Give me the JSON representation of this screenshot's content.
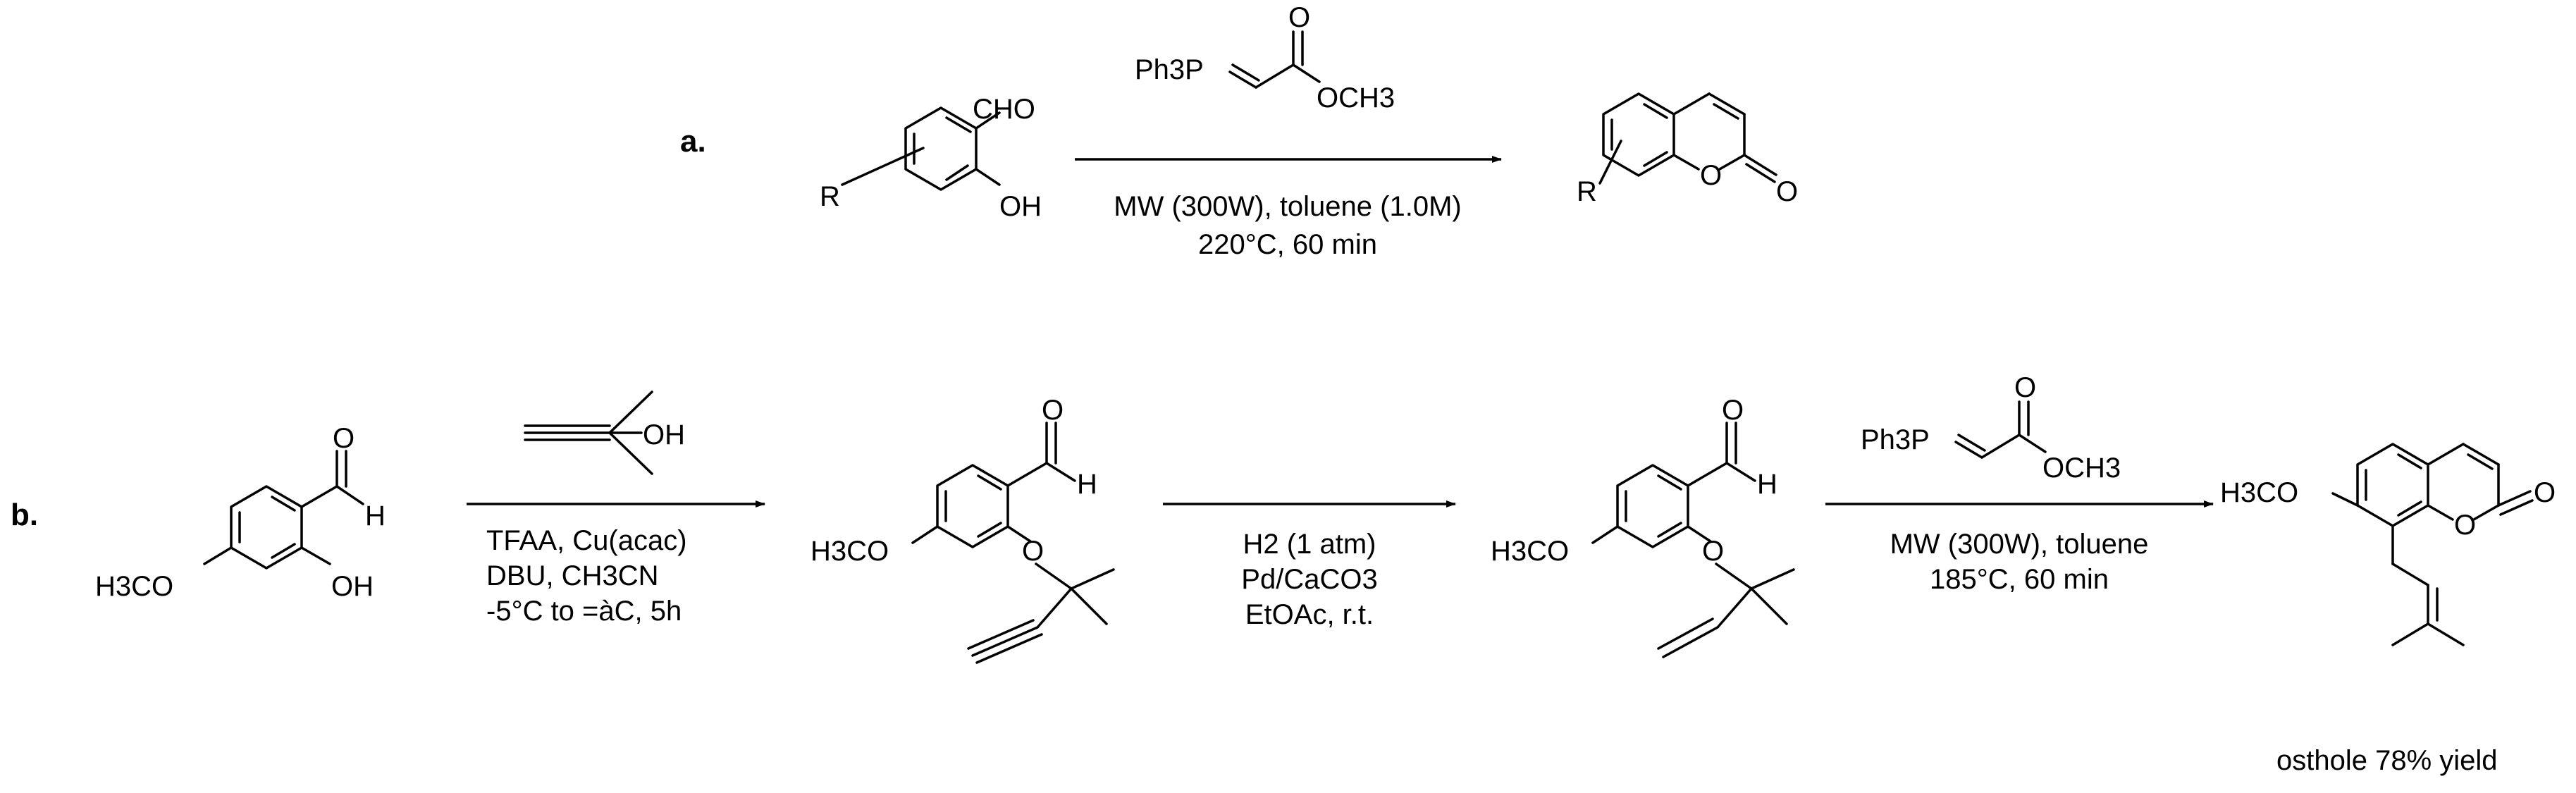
{
  "scheme_a": {
    "label": "a.",
    "reactant": {
      "cho": "CHO",
      "r": "R",
      "oh": "OH"
    },
    "reagent_top": {
      "ph3p": "Ph3P",
      "ph3_sub": "3",
      "o": "O",
      "och3": "OCH3"
    },
    "conditions": [
      "MW (300W), toluene (1.0M)",
      "220°C, 60 min"
    ],
    "product": {
      "r": "R",
      "o_ring": "O",
      "o_carbonyl": "O"
    }
  },
  "scheme_b": {
    "label": "b.",
    "start": {
      "o": "O",
      "h": "H",
      "h3co": "H3CO",
      "oh": "OH"
    },
    "step1": {
      "reagent": {
        "oh": "OH"
      },
      "conditions": [
        "TFAA, Cu(acac)",
        "DBU, CH3CN",
        "-5°C to =àC, 5h"
      ]
    },
    "int1": {
      "o": "O",
      "h": "H",
      "h3co": "H3CO",
      "o_ether": "O"
    },
    "step2": {
      "conditions": [
        "H2 (1 atm)",
        "Pd/CaCO3",
        "EtOAc, r.t."
      ]
    },
    "int2": {
      "o": "O",
      "h": "H",
      "h3co": "H3CO",
      "o_ether": "O"
    },
    "step3": {
      "reagent": {
        "ph3p": "Ph3P",
        "o": "O",
        "och3": "OCH3"
      },
      "conditions": [
        "MW (300W), toluene",
        "185°C, 60 min"
      ]
    },
    "product": {
      "h3co": "H3CO",
      "o_ring": "O",
      "o_carbonyl": "O",
      "caption": "osthole 78% yield"
    }
  }
}
